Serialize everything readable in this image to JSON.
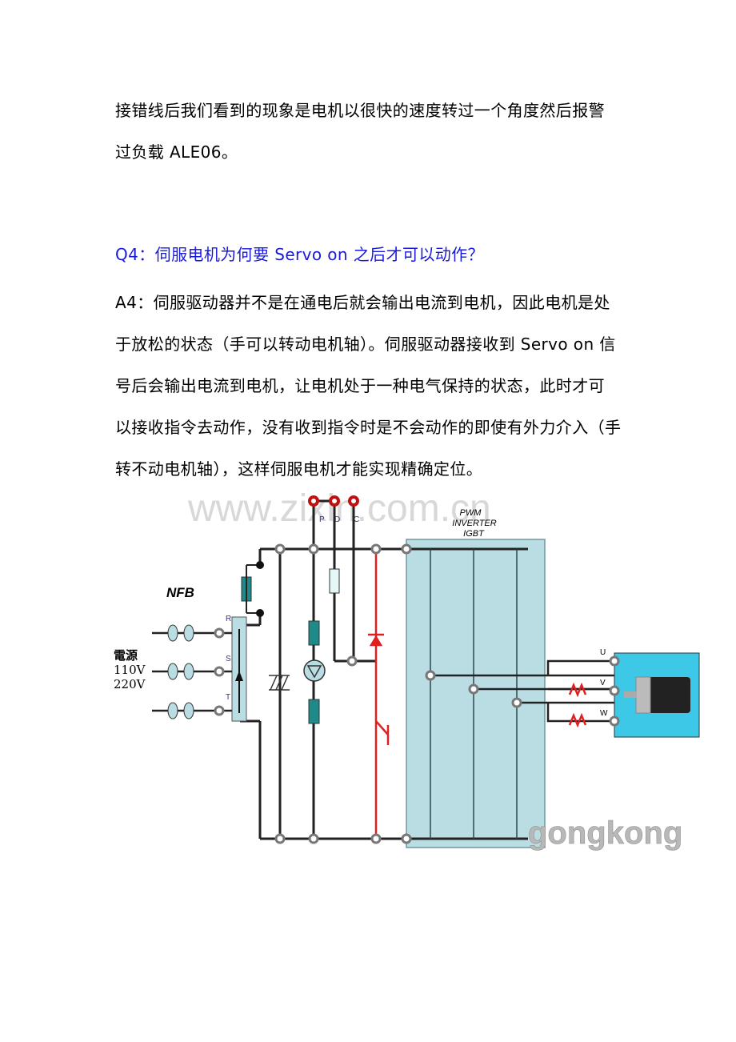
{
  "paragraph_1": {
    "lines": [
      "接错线后我们看到的现象是电机以很快的速度转过一个角度然后报警",
      "过负载 ALE06。"
    ]
  },
  "question": {
    "text": "Q4：伺服电机为何要 Servo on 之后才可以动作？",
    "color": "#1a1adb"
  },
  "answer": {
    "lines": [
      "A4：伺服驱动器并不是在通电后就会输出电流到电机，因此电机是处",
      "于放松的状态（手可以转动电机轴）。伺服驱动器接收到 Servo on 信",
      "号后会输出电流到电机，让电机处于一种电气保持的状态，此时才可",
      "以接收指令去动作，没有收到指令时是不会动作的即使有外力介入（手",
      "转不动电机轴），这样伺服电机才能实现精确定位。"
    ]
  },
  "diagram": {
    "watermark_top": "www.zixin.com.cn",
    "watermark_bottom": "gongkong",
    "nfb_label": "NFB",
    "power_label_1": "電源",
    "power_label_2": "110V",
    "power_label_3": "220V",
    "phase_in": [
      "R",
      "S",
      "T"
    ],
    "terminals_top": [
      "P",
      "D",
      "C"
    ],
    "inverter_label": [
      "PWM",
      "INVERTER",
      "IGBT"
    ],
    "phase_out": [
      "U",
      "V",
      "W"
    ],
    "colors": {
      "panel": "#b9dde2",
      "teal": "#1e8a8a",
      "red": "#e02020",
      "motor_bg": "#3cc8e6"
    }
  }
}
